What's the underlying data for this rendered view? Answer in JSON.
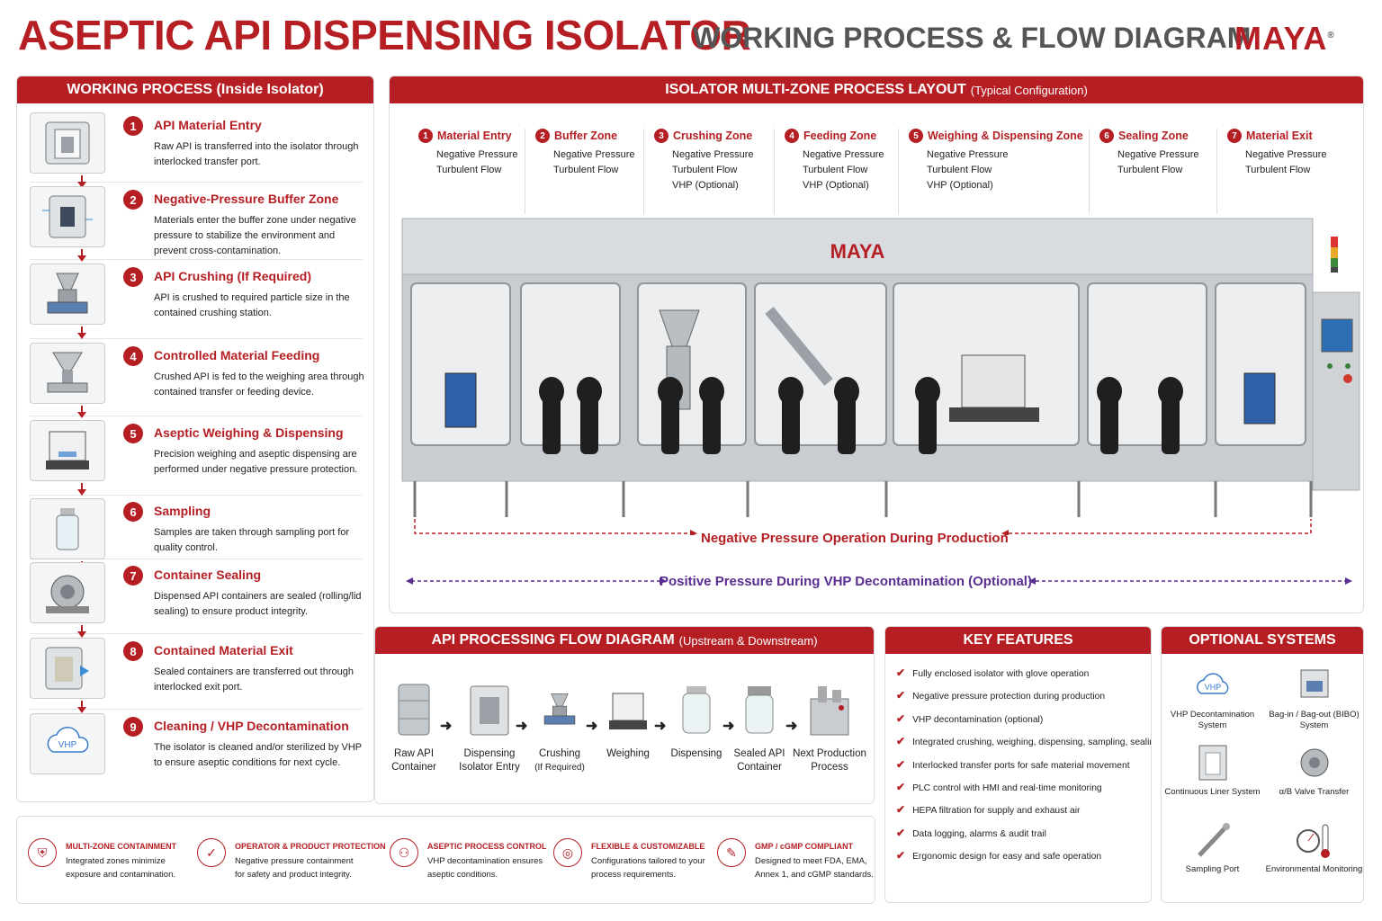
{
  "header": {
    "title": "ASEPTIC API DISPENSING ISOLATOR",
    "subtitle": "WORKING PROCESS & FLOW DIAGRAM",
    "logo": "MAYA",
    "logo_mark": "®"
  },
  "working_process": {
    "heading": "WORKING PROCESS (Inside Isolator)",
    "steps": [
      {
        "num": "1",
        "title": "API Material Entry",
        "desc": "Raw API is transferred into the isolator through interlocked transfer port."
      },
      {
        "num": "2",
        "title": "Negative-Pressure Buffer Zone",
        "desc": "Materials enter the buffer zone under negative pressure to stabilize the environment and prevent cross-contamination."
      },
      {
        "num": "3",
        "title": "API Crushing (If Required)",
        "desc": "API is crushed to required particle size in the contained crushing station."
      },
      {
        "num": "4",
        "title": "Controlled Material Feeding",
        "desc": "Crushed API is fed to the weighing area through contained transfer or feeding device."
      },
      {
        "num": "5",
        "title": "Aseptic Weighing & Dispensing",
        "desc": "Precision weighing and aseptic dispensing are performed under negative pressure protection."
      },
      {
        "num": "6",
        "title": "Sampling",
        "desc": "Samples are taken through sampling port for quality control."
      },
      {
        "num": "7",
        "title": "Container Sealing",
        "desc": "Dispensed API containers are sealed (rolling/lid sealing) to ensure product integrity."
      },
      {
        "num": "8",
        "title": "Contained Material Exit",
        "desc": "Sealed containers are transferred out through interlocked exit port."
      },
      {
        "num": "9",
        "title": "Cleaning / VHP Decontamination",
        "desc": "The isolator is cleaned and/or sterilized by VHP to ensure aseptic conditions for next cycle."
      }
    ]
  },
  "layout": {
    "heading": "ISOLATOR MULTI-ZONE PROCESS LAYOUT",
    "heading_note": "(Typical Configuration)",
    "machine_logo": "MAYA",
    "zones": [
      {
        "num": "1",
        "title": "Material Entry",
        "lines": [
          "Negative Pressure",
          "Turbulent Flow"
        ]
      },
      {
        "num": "2",
        "title": "Buffer Zone",
        "lines": [
          "Negative Pressure",
          "Turbulent Flow"
        ]
      },
      {
        "num": "3",
        "title": "Crushing Zone",
        "lines": [
          "Negative Pressure",
          "Turbulent Flow",
          "VHP (Optional)"
        ]
      },
      {
        "num": "4",
        "title": "Feeding Zone",
        "lines": [
          "Negative Pressure",
          "Turbulent Flow",
          "VHP (Optional)"
        ]
      },
      {
        "num": "5",
        "title": "Weighing & Dispensing Zone",
        "lines": [
          "Negative Pressure",
          "Turbulent Flow",
          "VHP (Optional)"
        ]
      },
      {
        "num": "6",
        "title": "Sealing Zone",
        "lines": [
          "Negative Pressure",
          "Turbulent Flow"
        ]
      },
      {
        "num": "7",
        "title": "Material Exit",
        "lines": [
          "Negative Pressure",
          "Turbulent Flow"
        ]
      }
    ],
    "negative_note": "Negative Pressure Operation During Production",
    "positive_note": "Positive Pressure During VHP Decontamination (Optional)"
  },
  "flow": {
    "heading": "API PROCESSING FLOW DIAGRAM",
    "heading_note": "(Upstream & Downstream)",
    "items": [
      {
        "l1": "Raw API",
        "l2": "Container",
        "icon": "drum-icon"
      },
      {
        "l1": "Dispensing",
        "l2": "Isolator Entry",
        "icon": "isolator-icon"
      },
      {
        "l1": "Crushing",
        "l2": "(If Required)",
        "icon": "crusher-icon"
      },
      {
        "l1": "Weighing",
        "l2": "",
        "icon": "scale-icon"
      },
      {
        "l1": "Dispensing",
        "l2": "",
        "icon": "jar-icon"
      },
      {
        "l1": "Sealed API",
        "l2": "Container",
        "icon": "sealed-jar-icon"
      },
      {
        "l1": "Next Production",
        "l2": "Process",
        "icon": "machine-icon"
      }
    ]
  },
  "key_features": {
    "heading": "KEY FEATURES",
    "items": [
      "Fully enclosed isolator with glove operation",
      "Negative pressure protection during production",
      "VHP decontamination (optional)",
      "Integrated crushing, weighing, dispensing, sampling, sealing",
      "Interlocked transfer ports for safe material movement",
      "PLC control with HMI and real-time monitoring",
      "HEPA filtration for supply and exhaust air",
      "Data logging, alarms & audit trail",
      "Ergonomic design for easy and safe operation"
    ]
  },
  "optional_systems": {
    "heading": "OPTIONAL SYSTEMS",
    "items": [
      {
        "label": "VHP Decontamination System",
        "icon": "vhp-cloud-icon",
        "badge": "VHP"
      },
      {
        "label": "Bag-in / Bag-out (BIBO) System",
        "icon": "bibo-icon"
      },
      {
        "label": "Continuous Liner System",
        "icon": "liner-icon"
      },
      {
        "label": "α/B Valve Transfer",
        "icon": "valve-icon"
      },
      {
        "label": "Sampling Port",
        "icon": "sampling-probe-icon"
      },
      {
        "label": "Environmental Monitoring",
        "icon": "gauge-icon"
      }
    ]
  },
  "bottom": [
    {
      "title": "MULTI-ZONE CONTAINMENT",
      "l1": "Integrated zones minimize",
      "l2": "exposure and contamination.",
      "icon": "shield-icon"
    },
    {
      "title": "OPERATOR & PRODUCT PROTECTION",
      "l1": "Negative pressure containment",
      "l2": "for safety and product integrity.",
      "icon": "protection-icon"
    },
    {
      "title": "ASEPTIC PROCESS CONTROL",
      "l1": "VHP decontamination ensures",
      "l2": "aseptic conditions.",
      "icon": "people-icon"
    },
    {
      "title": "FLEXIBLE & CUSTOMIZABLE",
      "l1": "Configurations tailored to your",
      "l2": "process requirements.",
      "icon": "target-icon"
    },
    {
      "title": "GMP / cGMP COMPLIANT",
      "l1": "Designed to meet FDA, EMA,",
      "l2": "Annex 1, and cGMP standards.",
      "icon": "certificate-icon"
    }
  ],
  "step_icons": [
    "transfer-port-icon",
    "buffer-zone-icon",
    "crusher-icon",
    "feeder-icon",
    "weighing-icon",
    "sample-bottle-icon",
    "sealer-icon",
    "exit-port-icon",
    "vhp-cloud-icon"
  ],
  "colors": {
    "accent": "#b51f24",
    "purple": "#5a2d91"
  }
}
